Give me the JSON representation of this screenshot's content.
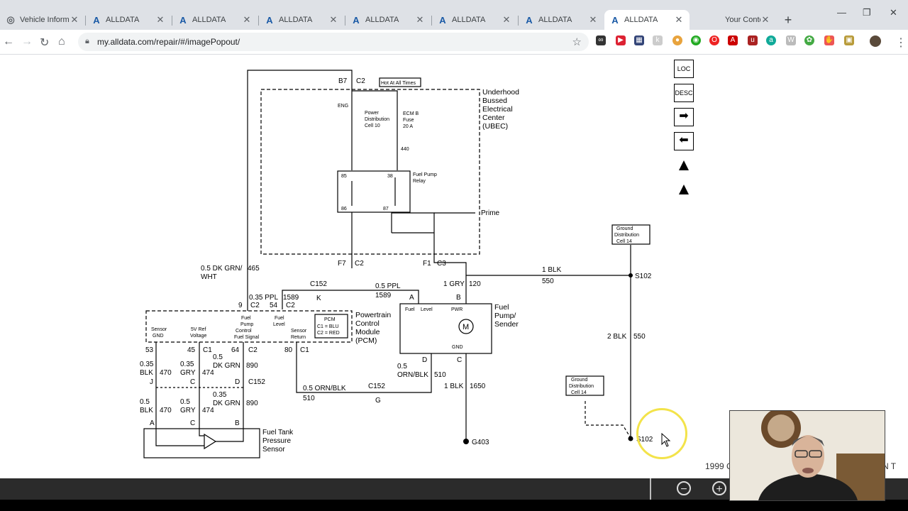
{
  "tabs": [
    {
      "label": "Vehicle Informat",
      "active": false
    },
    {
      "label": "ALLDATA",
      "active": false
    },
    {
      "label": "ALLDATA",
      "active": false
    },
    {
      "label": "ALLDATA",
      "active": false
    },
    {
      "label": "ALLDATA",
      "active": false
    },
    {
      "label": "ALLDATA",
      "active": false
    },
    {
      "label": "ALLDATA",
      "active": false
    },
    {
      "label": "ALLDATA",
      "active": true
    },
    {
      "label": "Your Content",
      "active": false
    }
  ],
  "address": {
    "url": "my.alldata.com/repair/#/imagePopout/"
  },
  "colors": {
    "tabbar": "#dee1e6",
    "accent": "#1a5aa6",
    "bottombar": "#2b2b2b",
    "cursor_ring": "#f3e34a"
  },
  "diagram": {
    "ubec": [
      "Underhood",
      "Bussed",
      "Electrical",
      "Center",
      "(UBEC)"
    ],
    "hot_at_all_times": "Hot At All Times",
    "b7": "B7",
    "c2_top": "C2",
    "eng": "ENG",
    "pdc": [
      "Power",
      "Distribution",
      "Cell 10"
    ],
    "ecm_fuse": [
      "ECM B",
      "Fuse",
      "20 A"
    ],
    "w440": "440",
    "relay_label": [
      "Fuel Pump",
      "Relay"
    ],
    "p85": "85",
    "p38": "38",
    "p86": "86",
    "p87": "87",
    "prime": "Prime",
    "f7": "F7",
    "c2_f7": "C2",
    "f1": "F1",
    "c3": "C3",
    "w465": [
      "0.5 DK GRN/",
      "WHT"
    ],
    "w465_num": "465",
    "c152_top": "C152",
    "k": "K",
    "ppl05": "0.5 PPL",
    "ppl05_num": "1589",
    "ppl035": "0.35 PPL",
    "ppl035_num": "1589",
    "a_pump": "A",
    "gry": "1 GRY",
    "gry_num": "120",
    "b_pump": "B",
    "blk1": "1 BLK",
    "blk1_num": "550",
    "s102": "S102",
    "gdc_top": [
      "Ground",
      "Distribution",
      "Cell 14"
    ],
    "blk2": "2 BLK",
    "blk2_num": "550",
    "gdc_bot": [
      "Ground",
      "Distribution",
      "Cell 14"
    ],
    "s102_bot": "S102",
    "pin9": "9",
    "c2_9": "C2",
    "pin54": "54",
    "c2_54": "C2",
    "pcm": [
      "Powertrain",
      "Control",
      "Module",
      "(PCM)"
    ],
    "pcm_box": [
      "PCM",
      "C1 = BLU",
      "C2 = RED"
    ],
    "pcm_sensor_gnd": [
      "Sensor",
      "GND"
    ],
    "pcm_5v": [
      "5V Ref",
      "Voltage"
    ],
    "pcm_fp": [
      "Fuel",
      "Pump",
      "Control",
      "Fuel Signal"
    ],
    "pcm_level": [
      "Fuel",
      "Level"
    ],
    "pcm_return": [
      "Sensor",
      "Return"
    ],
    "pump_label": [
      "Fuel",
      "Pump/",
      "Sender"
    ],
    "pump_fuel": "Fuel",
    "pump_level": "Level",
    "pump_pwr": "PWR",
    "pump_gnd": "GND",
    "pump_m": "M",
    "pin53": "53",
    "pin45": "45",
    "c1_45": "C1",
    "pin64": "64",
    "c2_64": "C2",
    "pin80": "80",
    "c1_80": "C1",
    "w470a": [
      "0.35",
      "BLK"
    ],
    "w470a_num": "470",
    "w474a": [
      "0.35",
      "GRY"
    ],
    "w474a_num": "474",
    "w890a": [
      "0.5",
      "DK GRN"
    ],
    "w890a_num": "890",
    "j": "J",
    "c_mid": "C",
    "d_mid": "D",
    "c152_mid": "C152",
    "w470b": [
      "0.5",
      "BLK"
    ],
    "w470b_num": "470",
    "w474b": [
      "0.5",
      "GRY"
    ],
    "w474b_num": "474",
    "w890b": [
      "0.35",
      "DK GRN"
    ],
    "w890b_num": "890",
    "a_bot": "A",
    "c_bot": "C",
    "b_bot": "B",
    "ftps": [
      "Fuel Tank",
      "Pressure",
      "Sensor"
    ],
    "w510a": [
      "0.5",
      "ORN/BLK"
    ],
    "w510a_num": "510",
    "w510b": "0.5 ORN/BLK",
    "w510b_num": "510",
    "c152_bot": "C152",
    "g": "G",
    "d_pump": "D",
    "c_pump": "C",
    "blk1650": "1 BLK",
    "blk1650_num": "1650",
    "g403": "G403"
  },
  "sidebar": {
    "loc": "LOC",
    "desc": "DESC",
    "next_icon": "arrow-right-icon",
    "prev_icon": "arrow-left-icon",
    "warn1_icon": "caution-triangle-icon",
    "warn2_icon": "esd-warning-icon"
  },
  "footer": {
    "year_text": "1999 C",
    "right_text": "N T"
  },
  "zoom": {
    "out_icon": "zoom-out-icon",
    "in_icon": "zoom-in-icon"
  }
}
